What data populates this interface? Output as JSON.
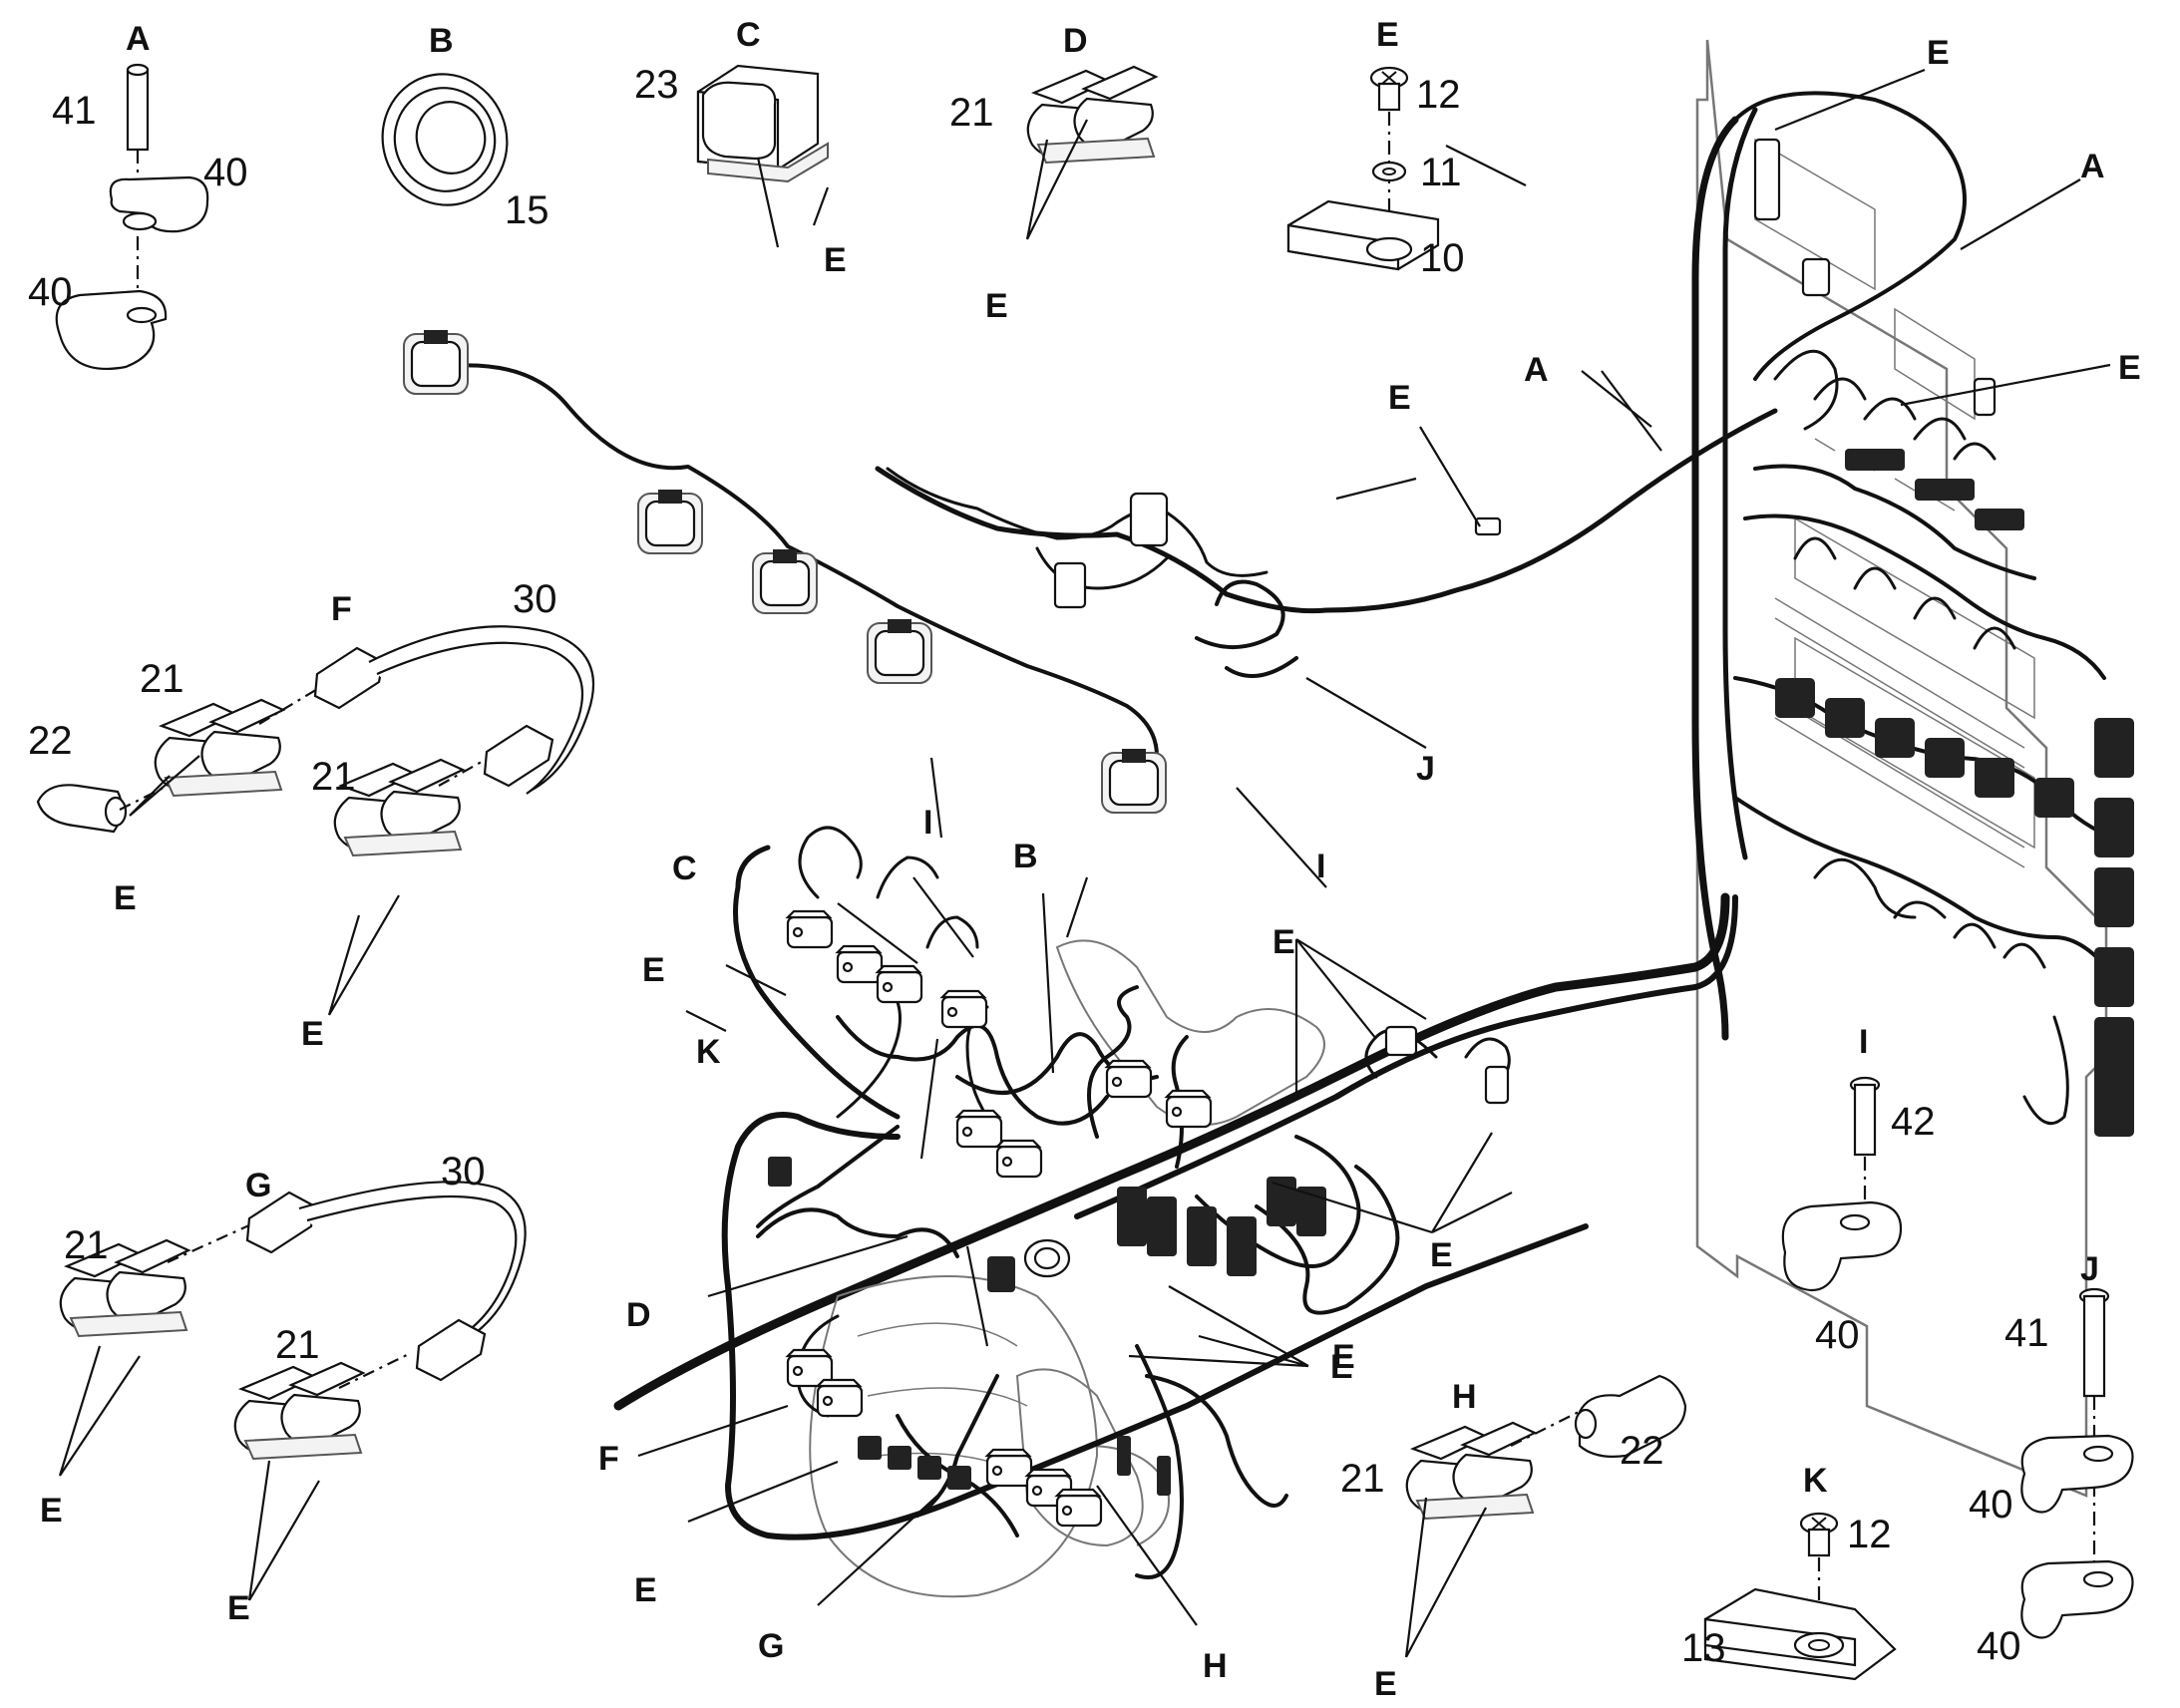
{
  "callouts": [
    {
      "id": "c-A-1",
      "text": "A"
    },
    {
      "id": "c-41-1",
      "text": "41"
    },
    {
      "id": "c-40-1",
      "text": "40"
    },
    {
      "id": "c-40-2",
      "text": "40"
    },
    {
      "id": "c-B-1",
      "text": "B"
    },
    {
      "id": "c-15",
      "text": "15"
    },
    {
      "id": "c-C-1",
      "text": "C"
    },
    {
      "id": "c-23",
      "text": "23"
    },
    {
      "id": "c-E-1",
      "text": "E"
    },
    {
      "id": "c-D-1",
      "text": "D"
    },
    {
      "id": "c-21-1",
      "text": "21"
    },
    {
      "id": "c-E-2",
      "text": "E"
    },
    {
      "id": "c-E-3",
      "text": "E"
    },
    {
      "id": "c-12-1",
      "text": "12"
    },
    {
      "id": "c-11",
      "text": "11"
    },
    {
      "id": "c-10",
      "text": "10"
    },
    {
      "id": "c-E-4",
      "text": "E"
    },
    {
      "id": "c-A-2",
      "text": "A"
    },
    {
      "id": "c-A-3",
      "text": "A"
    },
    {
      "id": "c-E-5",
      "text": "E"
    },
    {
      "id": "c-E-6",
      "text": "E"
    },
    {
      "id": "c-F-1",
      "text": "F"
    },
    {
      "id": "c-30-1",
      "text": "30"
    },
    {
      "id": "c-21-2",
      "text": "21"
    },
    {
      "id": "c-22-1",
      "text": "22"
    },
    {
      "id": "c-21-3",
      "text": "21"
    },
    {
      "id": "c-E-7",
      "text": "E"
    },
    {
      "id": "c-E-8",
      "text": "E"
    },
    {
      "id": "c-J-1",
      "text": "J"
    },
    {
      "id": "c-I-1",
      "text": "I"
    },
    {
      "id": "c-C-2",
      "text": "C"
    },
    {
      "id": "c-I-2",
      "text": "I"
    },
    {
      "id": "c-B-2",
      "text": "B"
    },
    {
      "id": "c-E-9",
      "text": "E"
    },
    {
      "id": "c-K-1",
      "text": "K"
    },
    {
      "id": "c-E-10",
      "text": "E"
    },
    {
      "id": "c-E-11",
      "text": "E"
    },
    {
      "id": "c-E-12",
      "text": "E"
    },
    {
      "id": "c-G-1",
      "text": "G"
    },
    {
      "id": "c-30-2",
      "text": "30"
    },
    {
      "id": "c-21-4",
      "text": "21"
    },
    {
      "id": "c-21-5",
      "text": "21"
    },
    {
      "id": "c-E-13",
      "text": "E"
    },
    {
      "id": "c-E-14",
      "text": "E"
    },
    {
      "id": "c-D-2",
      "text": "D"
    },
    {
      "id": "c-F-2",
      "text": "F"
    },
    {
      "id": "c-E-15",
      "text": "E"
    },
    {
      "id": "c-G-2",
      "text": "G"
    },
    {
      "id": "c-H-1",
      "text": "H"
    },
    {
      "id": "c-E-16",
      "text": "E"
    },
    {
      "id": "c-I-3",
      "text": "I"
    },
    {
      "id": "c-42",
      "text": "42"
    },
    {
      "id": "c-40-3",
      "text": "40"
    },
    {
      "id": "c-J-2",
      "text": "J"
    },
    {
      "id": "c-41-2",
      "text": "41"
    },
    {
      "id": "c-40-4",
      "text": "40"
    },
    {
      "id": "c-40-5",
      "text": "40"
    },
    {
      "id": "c-H-2",
      "text": "H"
    },
    {
      "id": "c-21-6",
      "text": "21"
    },
    {
      "id": "c-22-2",
      "text": "22"
    },
    {
      "id": "c-E-17",
      "text": "E"
    },
    {
      "id": "c-K-2",
      "text": "K"
    },
    {
      "id": "c-12-2",
      "text": "12"
    },
    {
      "id": "c-13",
      "text": "13"
    }
  ]
}
